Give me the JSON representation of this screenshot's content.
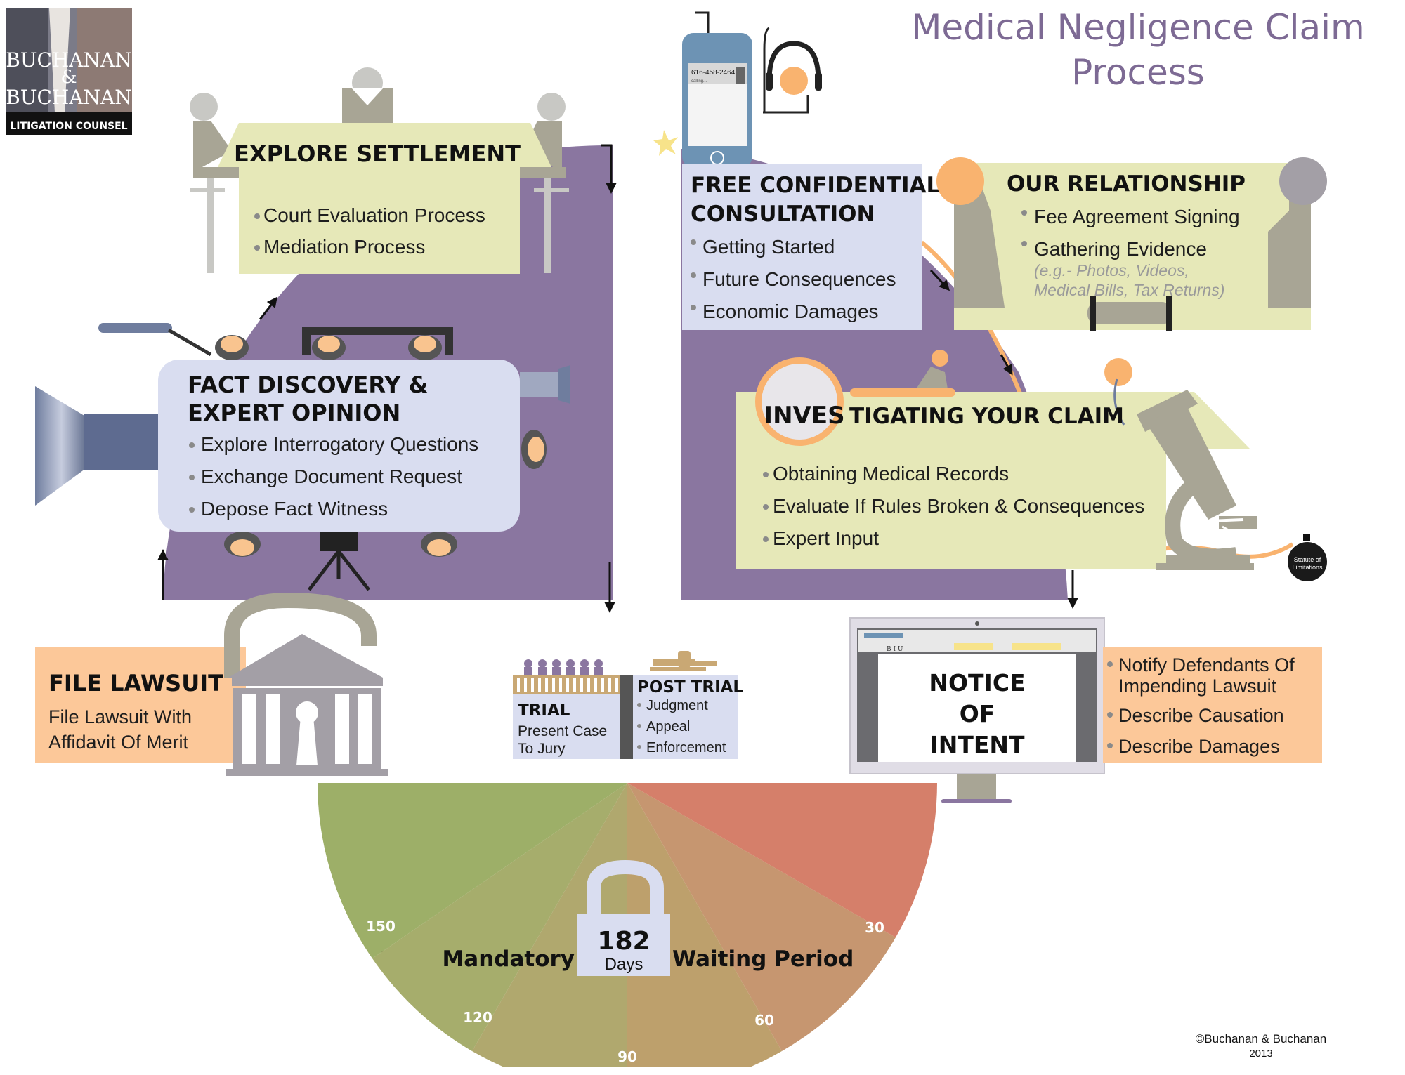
{
  "title": {
    "line1": "Medical Negligence Claim",
    "line2": "Process"
  },
  "logo": {
    "line1": "BUCHANAN",
    "amp": "&",
    "line2": "BUCHANAN",
    "tagline": "LITIGATION COUNSEL"
  },
  "phone": {
    "number": "616-458-2464",
    "status": "calling..."
  },
  "steps": {
    "consultation": {
      "title1": "FREE CONFIDENTIAL",
      "title2": "CONSULTATION",
      "items": [
        "Getting Started",
        "Future Consequences",
        "Economic Damages"
      ]
    },
    "relationship": {
      "title": "OUR RELATIONSHIP",
      "items": [
        "Fee Agreement Signing",
        "Gathering Evidence"
      ],
      "note1": "(e.g.- Photos, Videos,",
      "note2": "Medical Bills, Tax Returns)"
    },
    "investigating": {
      "title_part1": "INVES",
      "title_part2": "TIGATING YOUR CLAIM",
      "items": [
        "Obtaining Medical Records",
        "Evaluate If Rules Broken & Consequences",
        "Expert Input"
      ],
      "stopwatch_label1": "Statute of",
      "stopwatch_label2": "Limitations"
    },
    "notice": {
      "line1": "NOTICE",
      "line2": "OF",
      "line3": "INTENT",
      "items": [
        [
          "Notify Defendants Of",
          "Impending Lawsuit"
        ],
        [
          "Describe Causation"
        ],
        [
          "Describe Damages"
        ]
      ],
      "toolbar_text": "B I U"
    },
    "file_lawsuit": {
      "title": "FILE LAWSUIT",
      "line1": "File Lawsuit With",
      "line2": "Affidavit Of Merit"
    },
    "trial": {
      "title": "TRIAL",
      "line1": "Present Case",
      "line2": "To Jury"
    },
    "post_trial": {
      "title": "POST TRIAL",
      "items": [
        "Judgment",
        "Appeal",
        "Enforcement"
      ]
    },
    "fact_discovery": {
      "title1": "FACT DISCOVERY &",
      "title2": "EXPERT OPINION",
      "items": [
        "Explore Interrogatory Questions",
        "Exchange Document Request",
        "Depose Fact Witness"
      ]
    },
    "settlement": {
      "title": "EXPLORE SETTLEMENT",
      "items": [
        "Court Evaluation Process",
        "Mediation Process"
      ]
    }
  },
  "timer": {
    "left_label": "Mandatory",
    "right_label": "Waiting Period",
    "number": "182",
    "unit": "Days",
    "ticks": [
      "30",
      "60",
      "90",
      "120",
      "150"
    ]
  },
  "copyright": {
    "line1": "©Buchanan & Buchanan",
    "line2": "2013"
  },
  "colors": {
    "purple": "#8a76a0",
    "cream": "#e6e8b8",
    "lavender": "#d9ddf0",
    "peach": "#fcc899",
    "orange": "#f9b36f",
    "gray": "#a8a595",
    "green": "#9daf68",
    "red": "#d57f6a",
    "title": "#7d6a94"
  }
}
